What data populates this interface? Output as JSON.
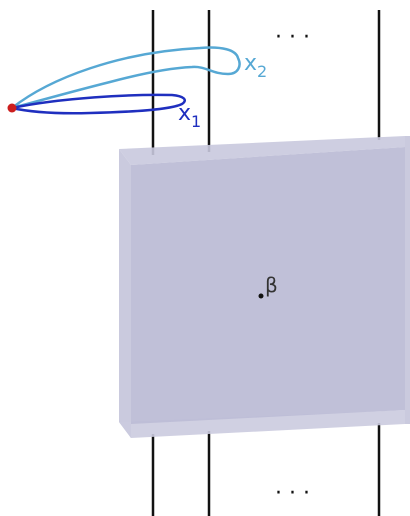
{
  "diagram": {
    "loops": [
      {
        "label_main": "x",
        "label_sub": "1",
        "color": "#1F2FBF"
      },
      {
        "label_main": "x",
        "label_sub": "2",
        "color": "#56A8D4"
      }
    ],
    "base_point_color": "#CC1E1E",
    "strand_color": "#111111",
    "box_color": "#BDBDD6",
    "center_label": "β",
    "dots_top": "· · ·",
    "dots_bottom": "· · ·"
  }
}
